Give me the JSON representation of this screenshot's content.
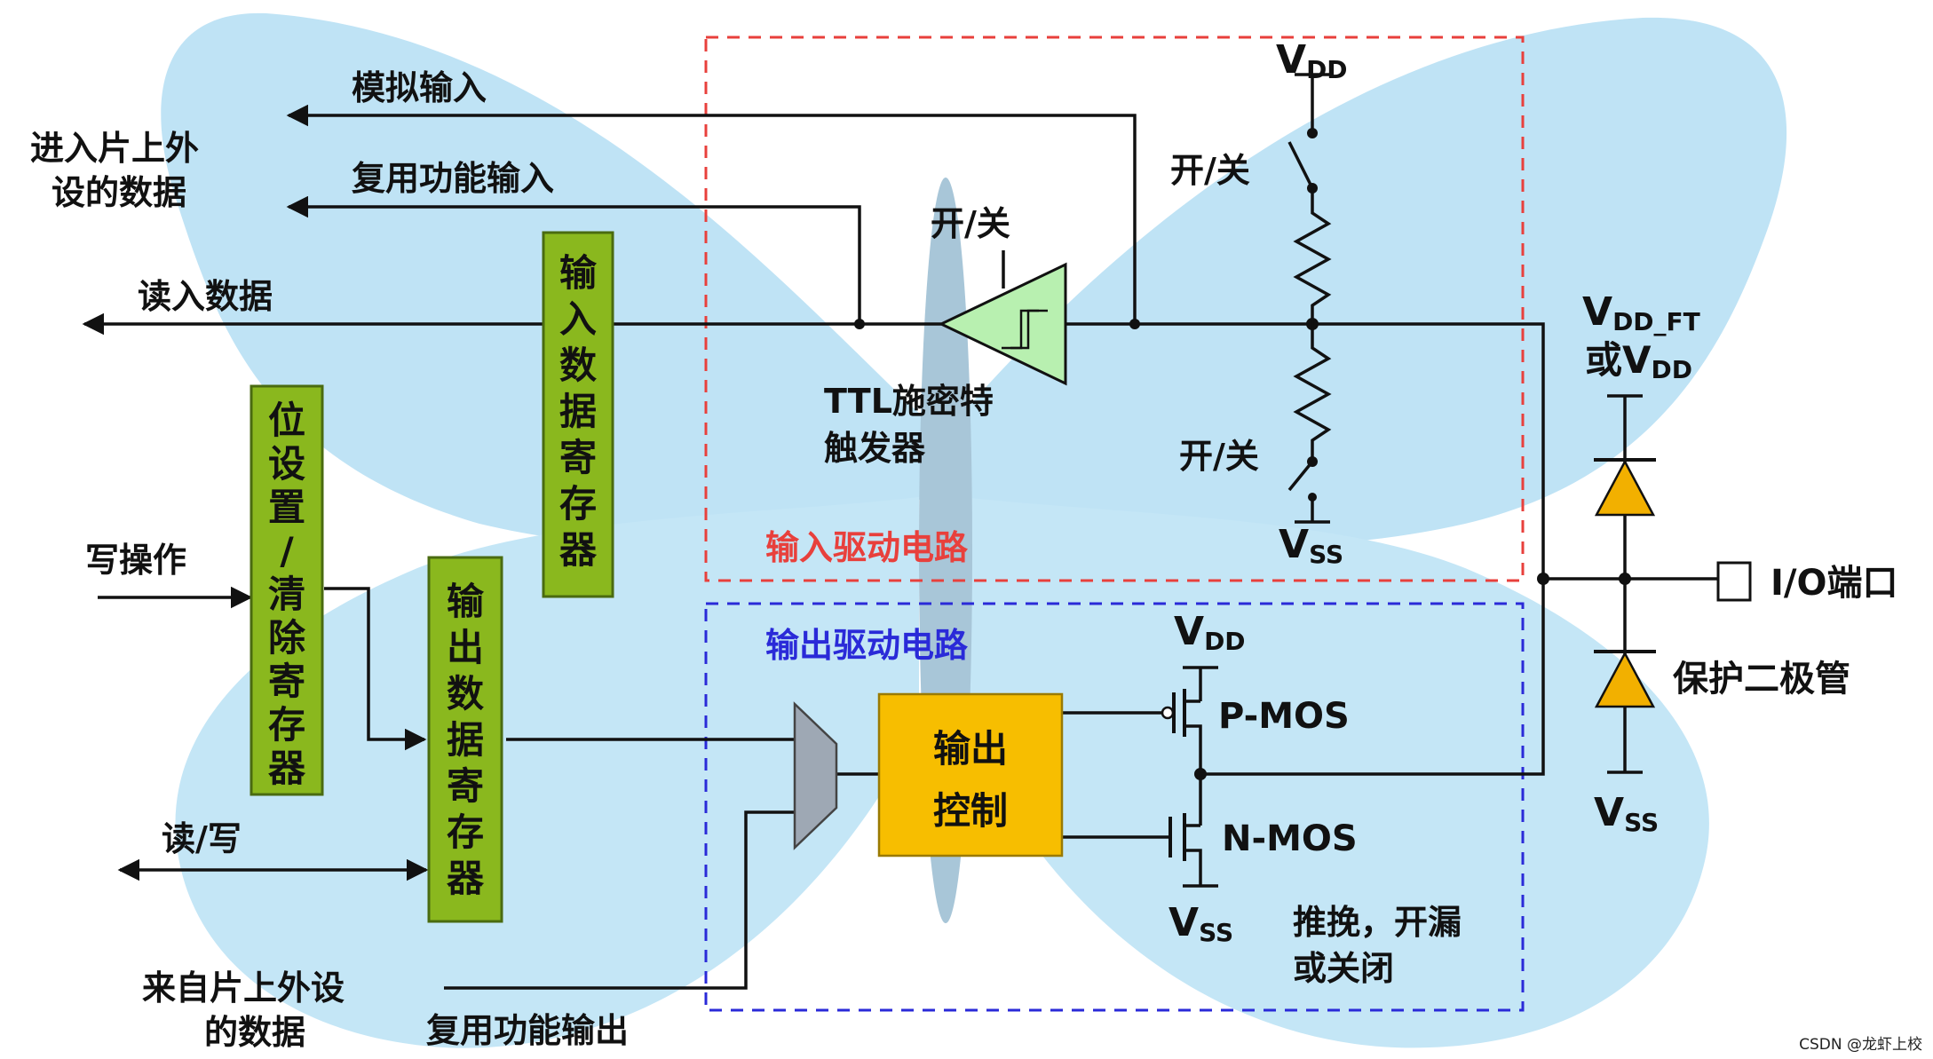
{
  "labels": {
    "analog_in": "模拟输入",
    "to_periph_line1": "进入片上外",
    "to_periph_line2": "设的数据",
    "alt_func_in": "复用功能输入",
    "read_in": "读入数据",
    "write_op": "写操作",
    "read_write": "读/写",
    "from_periph_line1": "来自片上外设",
    "from_periph_line2": "的数据",
    "alt_func_out": "复用功能输出",
    "schmitt_switch": "开/关",
    "schmitt_line1": "TTL施密特",
    "schmitt_line2": "触发器",
    "pullup_switch": "开/关",
    "pulldown_switch": "开/关",
    "input_driver": "输入驱动电路",
    "output_driver": "输出驱动电路",
    "output_ctrl_line1": "输出",
    "output_ctrl_line2": "控制",
    "pmos": "P-MOS",
    "nmos": "N-MOS",
    "mode_line1": "推挽，开漏",
    "mode_line2": "或关闭",
    "vdd_top": "V",
    "vdd_top_sub": "DD",
    "vss_input": "V",
    "vss_input_sub": "SS",
    "vdd_out": "V",
    "vdd_out_sub": "DD",
    "vss_out": "V",
    "vss_out_sub": "SS",
    "vddft_main": "V",
    "vddft_sub": "DD_FT",
    "vddft_or": "或V",
    "vddft_or_sub": "DD",
    "vss_diode": "V",
    "vss_diode_sub": "SS",
    "io_port": "I/O端口",
    "protect_diode": "保护二极管",
    "watermark": "CSDN @龙虾上校"
  },
  "registers": {
    "input_data": [
      "输",
      "入",
      "数",
      "据",
      "寄",
      "存",
      "器"
    ],
    "bit_set_reset": [
      "位",
      "设",
      "置",
      "/",
      "清",
      "除",
      "寄",
      "存",
      "器"
    ],
    "output_data": [
      "输",
      "出",
      "数",
      "据",
      "寄",
      "存",
      "器"
    ]
  },
  "colors": {
    "input_box": "#e8403c",
    "output_box": "#2a2ad8",
    "register_fill": "#8ab81e",
    "output_ctrl_fill": "#f7be00",
    "schmitt_fill": "#b8f0b0",
    "diode_fill": "#f2b000",
    "mux_fill": "#9ea8b4",
    "butterfly": "#bfe3f5"
  }
}
